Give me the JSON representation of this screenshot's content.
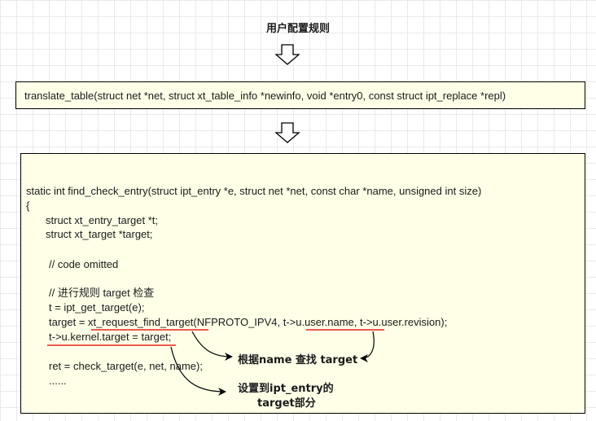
{
  "title": "用户配置规则",
  "top_box": {
    "text": "translate_table(struct net *net, struct xt_table_info *newinfo, void *entry0,  const struct ipt_replace *repl)"
  },
  "code_box": {
    "lines": [
      "static int  find_check_entry(struct ipt_entry *e, struct net *net, const char *name, unsigned int size)",
      "{",
      "struct xt_entry_target *t;",
      "struct xt_target *target;",
      "//  code omitted",
      "//  进行规则 target 检查",
      "t = ipt_get_target(e);",
      "target = xt_request_find_target(NFPROTO_IPV4, t->u.user.name,  t->u.user.revision);",
      "t->u.kernel.target = target;",
      "ret = check_target(e, net, name);",
      "......"
    ]
  },
  "annotations": {
    "find_target_note": "根据name 查找 target",
    "set_entry_note_line1": "设置到ipt_entry的",
    "set_entry_note_line2": "target部分"
  },
  "colors": {
    "box_fill": "#ffffe8",
    "underline": "#e8241f",
    "arrow": "#000000"
  }
}
